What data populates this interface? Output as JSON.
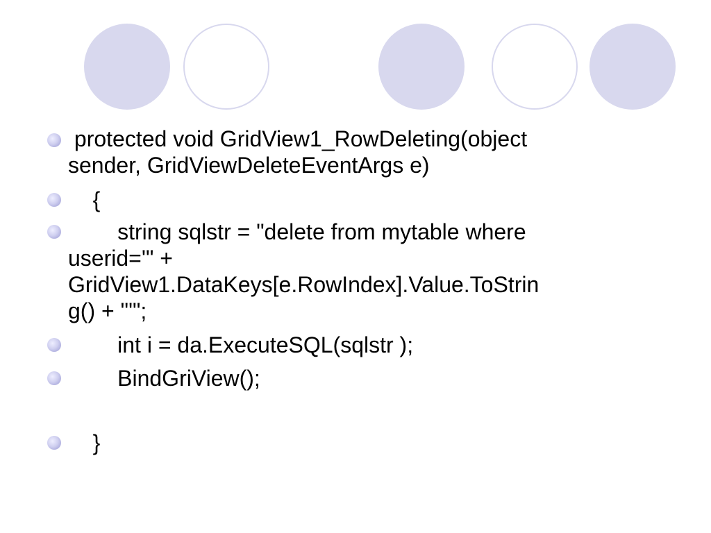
{
  "slide": {
    "decorations": {
      "circles": [
        {
          "style": "filled",
          "color": "#d8d8ee"
        },
        {
          "style": "ring",
          "color": "#d8d8ee"
        },
        {
          "style": "filled",
          "color": "#d8d8ee"
        },
        {
          "style": "ring",
          "color": "#d8d8ee"
        },
        {
          "style": "filled",
          "color": "#d8d8ee"
        }
      ],
      "bullet_color": "#b0b0e0"
    },
    "code_lines": [
      {
        "lines": [
          " protected void GridView1_RowDeleting(object",
          "sender, GridViewDeleteEventArgs e)"
        ]
      },
      {
        "lines": [
          "    {"
        ]
      },
      {
        "lines": [
          "        string sqlstr = \"delete from mytable where",
          "userid='\" +",
          "GridView1.DataKeys[e.RowIndex].Value.ToStrin",
          "g() + \"'\";"
        ]
      },
      {
        "lines": [
          "        int i = da.ExecuteSQL(sqlstr );"
        ]
      },
      {
        "lines": [
          "        BindGriView();"
        ]
      },
      {
        "lines": [
          "    }"
        ]
      }
    ]
  }
}
